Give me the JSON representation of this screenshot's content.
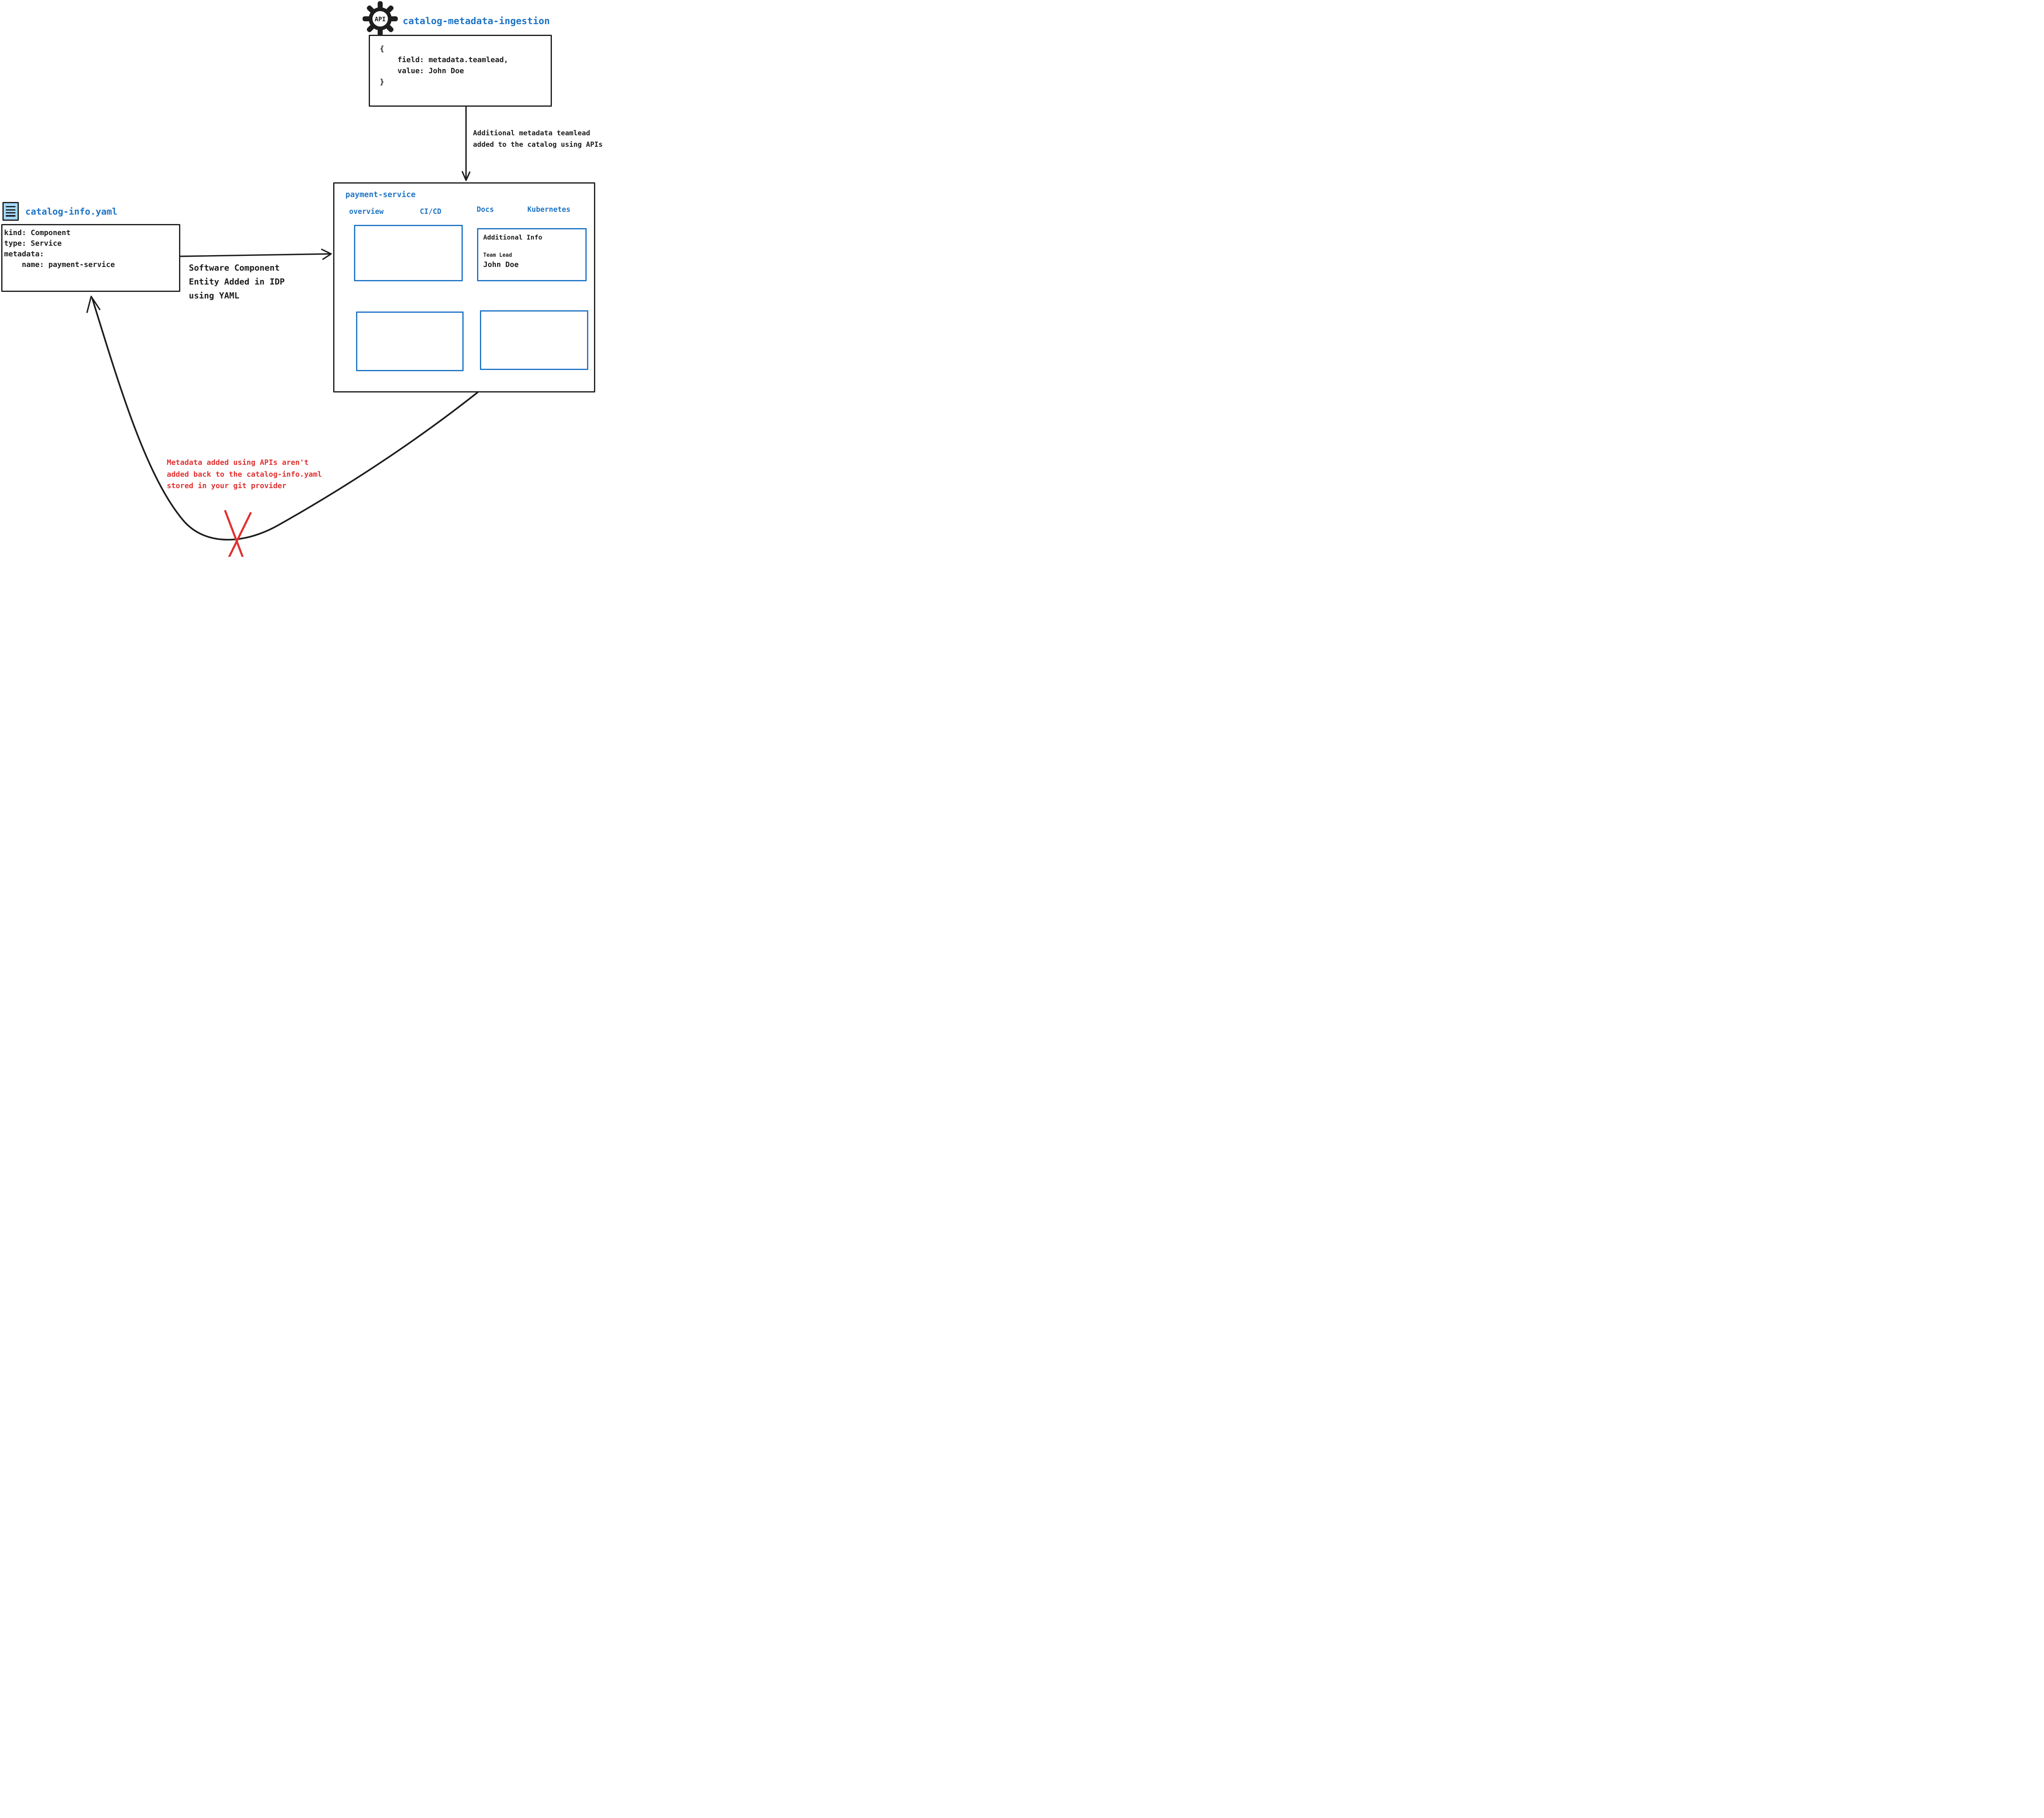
{
  "colors": {
    "blue": "#1e74c5",
    "black": "#1e1e1e",
    "red": "#e03131",
    "icon_fill": "#a5d8ff",
    "background": "#ffffff"
  },
  "api_block": {
    "icon": "api-gear-icon",
    "icon_text": "API",
    "title": "catalog-metadata-ingestion",
    "code": "{\n    field: metadata.teamlead,\n    value: John Doe\n}"
  },
  "api_arrow": {
    "label": "Additional metadata teamlead\nadded to the catalog using APIs"
  },
  "idp": {
    "title": "payment-service",
    "tabs": [
      "overview",
      "CI/CD",
      "Docs",
      "Kubernetes"
    ],
    "additional_info": {
      "heading": "Additional Info",
      "field_label": "Team Lead",
      "field_value": "John Doe"
    }
  },
  "yaml_block": {
    "icon": "yaml-file-icon",
    "title": "catalog-info.yaml",
    "code": "kind: Component\ntype: Service\nmetadata:\n    name: payment-service"
  },
  "yaml_arrow": {
    "label": "Software Component\nEntity Added in IDP\nusing YAML"
  },
  "return_note": {
    "label": "Metadata added using APIs aren't\nadded back to the catalog-info.yaml\nstored in your git provider"
  }
}
